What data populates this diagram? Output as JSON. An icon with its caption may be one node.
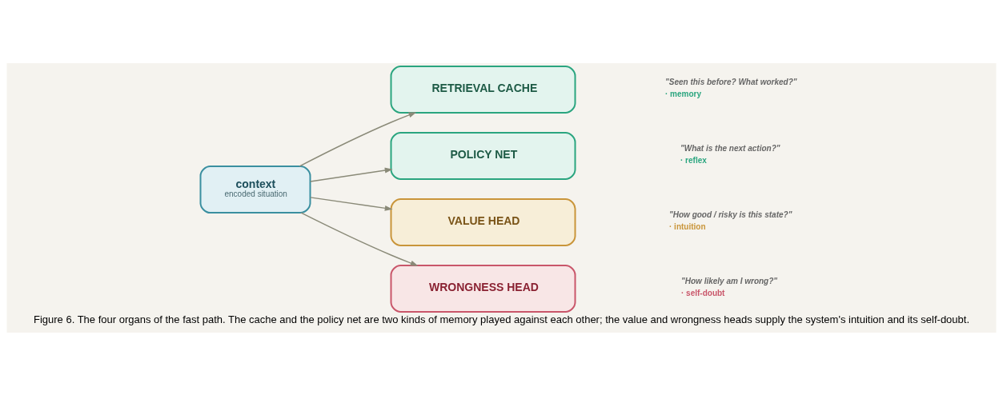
{
  "diagram": {
    "caption": "Figure 6. The four organs of the fast path. The cache and the policy net are two kinds of memory played against each other; the value and wrongness heads supply the system's intuition and its self-doubt.",
    "nodes": [
      {
        "text": [
          "context",
          "encoded situation"
        ]
      },
      {
        "text": [
          "RETRIEVAL CACHE"
        ],
        "beside": [
          "\"Seen this before? What worked?\"",
          "· memory"
        ]
      },
      {
        "text": [
          "POLICY NET"
        ],
        "beside": [
          "\"What is the next action?\"",
          "· reflex"
        ]
      },
      {
        "text": [
          "VALUE HEAD"
        ],
        "beside": [
          "\"How good / risky is this state?\"",
          "· intuition"
        ]
      },
      {
        "text": [
          "WRONGNESS HEAD"
        ],
        "beside": [
          "\"How likely am I wrong?\"",
          "· self-doubt"
        ]
      }
    ],
    "edges": [
      {
        "from": 0,
        "to": 1,
        "arrow": "to"
      },
      {
        "from": 0,
        "to": 2,
        "arrow": "to"
      },
      {
        "from": 0,
        "to": 3,
        "arrow": "to"
      },
      {
        "from": 0,
        "to": 4,
        "arrow": "to"
      }
    ]
  }
}
